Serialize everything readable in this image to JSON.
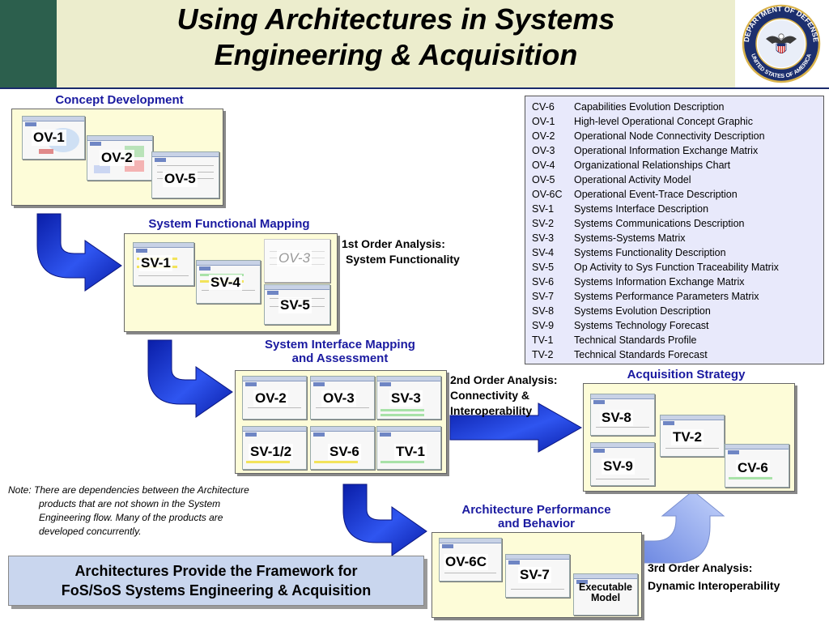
{
  "title": {
    "line1": "Using Architectures in Systems",
    "line2": "Engineering & Acquisition"
  },
  "seal": {
    "top_text": "DEPARTMENT OF DEFENSE",
    "bottom_text": "UNITED STATES OF AMERICA"
  },
  "colors": {
    "band": "#2c5f4d",
    "title_bg": "#ecedcd",
    "caption": "#1a1aa0",
    "frame": "#fdfcd8",
    "legend_bg": "#e8e9fb",
    "arrow": "#1f3fd8",
    "banner_bg": "#c9d6ee"
  },
  "sections": {
    "concept": {
      "caption": "Concept Development",
      "products": [
        "OV-1",
        "OV-2",
        "OV-5"
      ]
    },
    "functional": {
      "caption": "System Functional Mapping",
      "products": [
        "SV-1",
        "SV-4",
        "OV-3",
        "SV-5"
      ]
    },
    "interface": {
      "caption_line1": "System Interface Mapping",
      "caption_line2": "and Assessment",
      "products": [
        "OV-2",
        "OV-3",
        "SV-3",
        "SV-1/2",
        "SV-6",
        "TV-1"
      ]
    },
    "acquisition": {
      "caption": "Acquisition Strategy",
      "products": [
        "SV-8",
        "TV-2",
        "SV-9",
        "CV-6"
      ]
    },
    "performance": {
      "caption_line1": "Architecture Performance",
      "caption_line2": "and Behavior",
      "products": [
        "OV-6C",
        "SV-7"
      ],
      "exec_line1": "Executable",
      "exec_line2": "Model"
    }
  },
  "analysis": {
    "first": {
      "line1": "1st Order Analysis:",
      "line2": "System Functionality"
    },
    "second": {
      "line1": "2nd Order Analysis:",
      "line2": "Connectivity &",
      "line3": "Interoperability"
    },
    "third": {
      "line1": "3rd Order Analysis:",
      "line2": "Dynamic Interoperability"
    }
  },
  "legend": [
    {
      "code": "CV-6",
      "desc": "Capabilities Evolution Description"
    },
    {
      "code": "OV-1",
      "desc": "High-level Operational Concept Graphic"
    },
    {
      "code": "OV-2",
      "desc": "Operational Node Connectivity Description"
    },
    {
      "code": "OV-3",
      "desc": "Operational Information Exchange Matrix"
    },
    {
      "code": "OV-4",
      "desc": "Organizational  Relationships Chart"
    },
    {
      "code": "OV-5",
      "desc": "Operational Activity Model"
    },
    {
      "code": "OV-6C",
      "desc": "Operational Event-Trace Description"
    },
    {
      "code": "SV-1",
      "desc": "Systems Interface Description"
    },
    {
      "code": "SV-2",
      "desc": "Systems Communications Description"
    },
    {
      "code": "SV-3",
      "desc": "Systems-Systems Matrix"
    },
    {
      "code": "SV-4",
      "desc": "Systems Functionality Description"
    },
    {
      "code": "SV-5",
      "desc": "Op Activity to Sys Function Traceability Matrix"
    },
    {
      "code": "SV-6",
      "desc": "Systems Information Exchange Matrix"
    },
    {
      "code": "SV-7",
      "desc": "Systems Performance Parameters Matrix"
    },
    {
      "code": "SV-8",
      "desc": "Systems Evolution Description"
    },
    {
      "code": "SV-9",
      "desc": "Systems Technology Forecast"
    },
    {
      "code": "TV-1",
      "desc": "Technical Standards Profile"
    },
    {
      "code": "TV-2",
      "desc": "Technical Standards Forecast"
    }
  ],
  "note": {
    "line1": "Note: There are dependencies between the Architecture",
    "line2": "products that are not shown in the System",
    "line3": "Engineering flow.  Many of the products are",
    "line4": "developed concurrently."
  },
  "banner": {
    "line1": "Architectures Provide the Framework for",
    "line2": "FoS/SoS Systems Engineering & Acquisition"
  }
}
